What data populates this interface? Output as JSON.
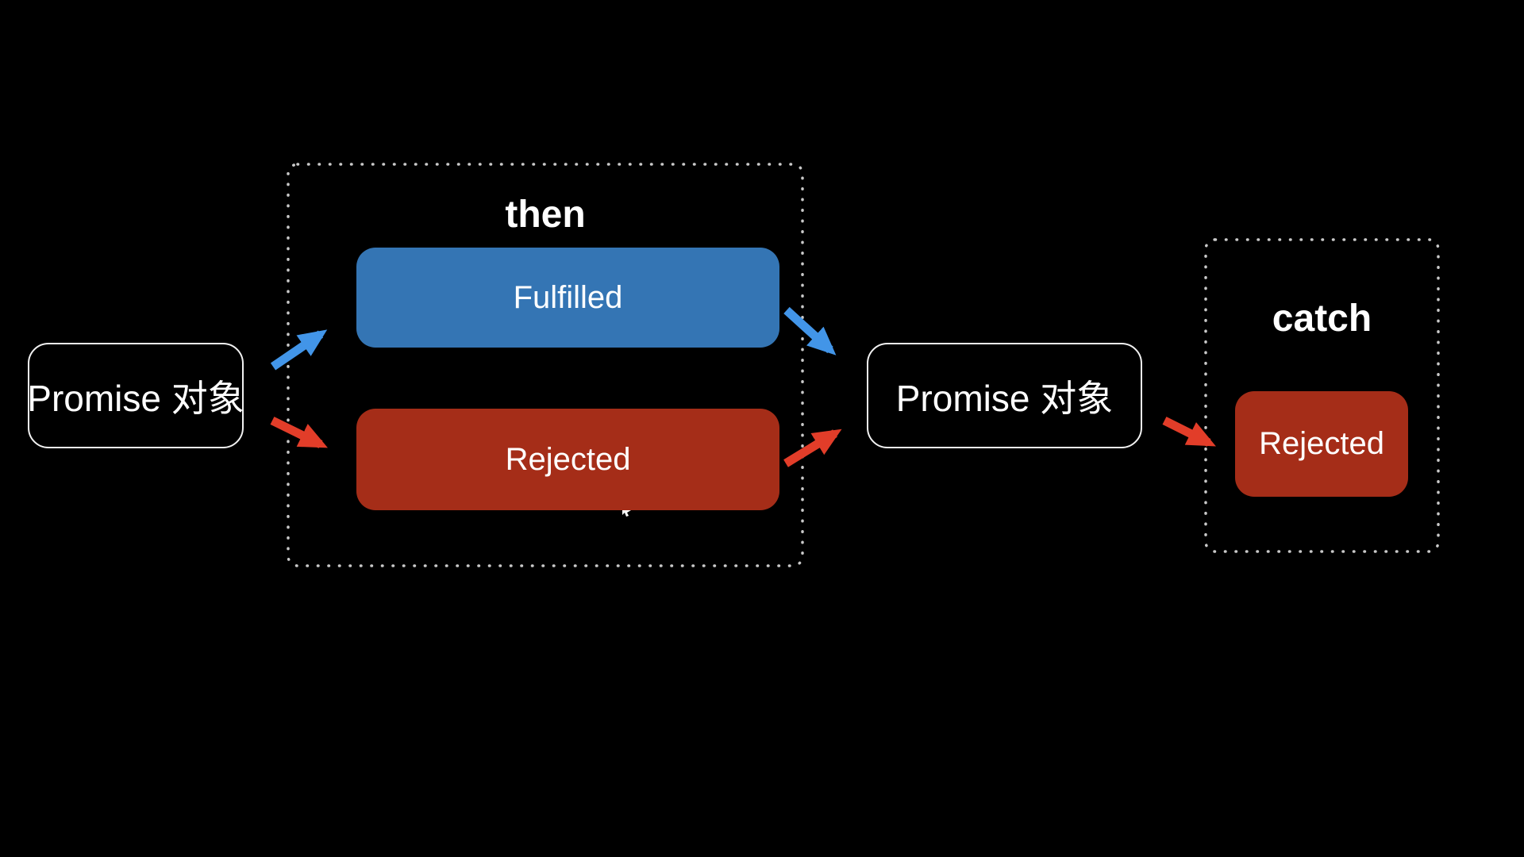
{
  "diagram": {
    "description": "JavaScript Promise then/catch state flow diagram",
    "nodes": {
      "promise_left": {
        "label": "Promise 对象"
      },
      "promise_right": {
        "label": "Promise 对象"
      },
      "fulfilled": {
        "label": "Fulfilled"
      },
      "rejected_then": {
        "label": "Rejected"
      },
      "rejected_catch": {
        "label": "Rejected"
      }
    },
    "groups": {
      "then": {
        "label": "then"
      },
      "catch": {
        "label": "catch"
      }
    },
    "flows": [
      {
        "from": "promise_left",
        "to": "fulfilled",
        "color": "blue"
      },
      {
        "from": "promise_left",
        "to": "rejected_then",
        "color": "red"
      },
      {
        "from": "fulfilled",
        "to": "promise_right",
        "color": "blue"
      },
      {
        "from": "rejected_then",
        "to": "promise_right",
        "color": "red"
      },
      {
        "from": "promise_right",
        "to": "rejected_catch",
        "color": "red"
      }
    ],
    "colors": {
      "background": "#000000",
      "box_border": "#f2f2f2",
      "dotted_border": "#c9c9c9",
      "fulfilled_fill": "#3475b4",
      "rejected_fill": "#a52d18",
      "arrow_blue": "#4295e8",
      "arrow_red": "#e23d29",
      "text": "#ffffff",
      "cursor": "#ffffff"
    }
  }
}
